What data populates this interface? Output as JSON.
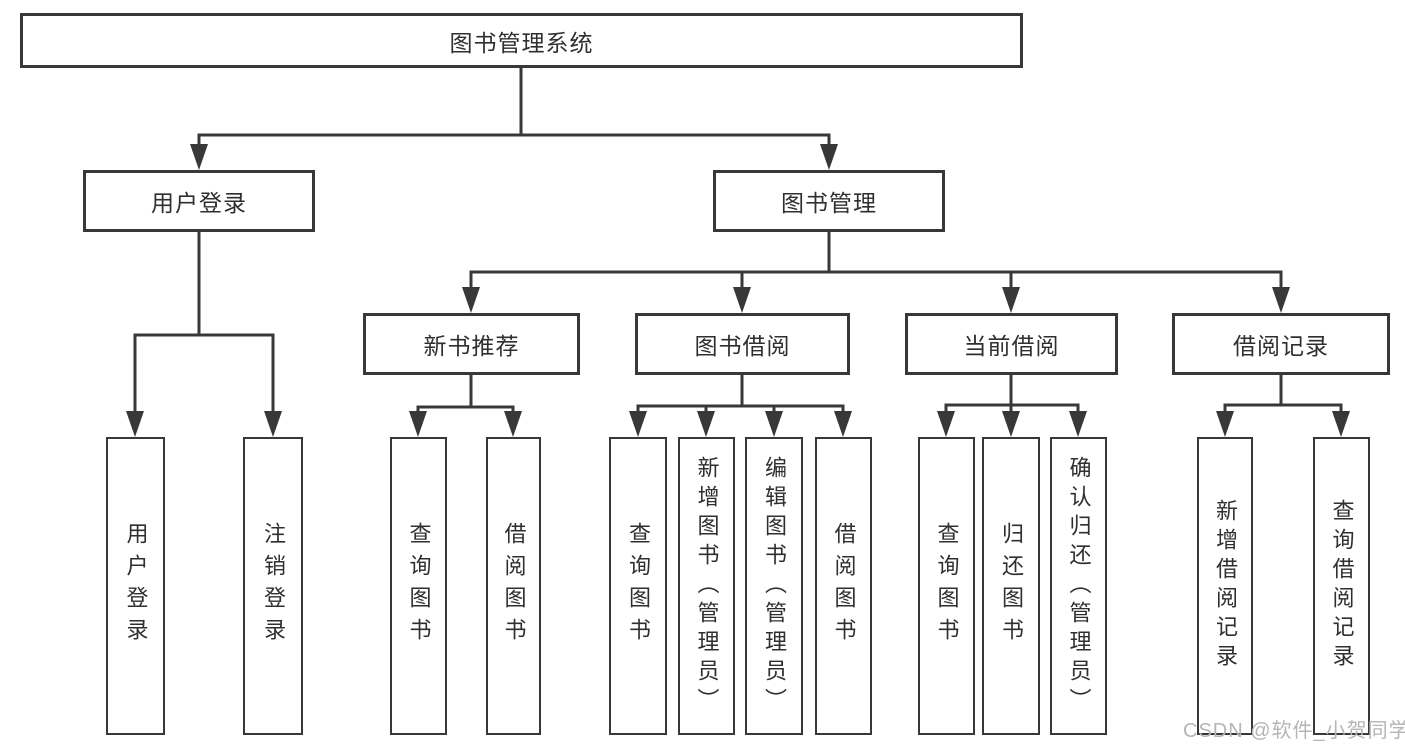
{
  "diagram": {
    "title_node": "图书管理系统",
    "level2": {
      "user_login": "用户登录",
      "book_mgmt": "图书管理"
    },
    "level3": {
      "new_book_rec": "新书推荐",
      "book_borrow": "图书借阅",
      "current_borrow": "当前借阅",
      "borrow_records": "借阅记录"
    },
    "leaves": {
      "ul_user_login": "用户登录",
      "ul_logout": "注销登录",
      "nbr_query_books": "查询图书",
      "nbr_borrow_books": "借阅图书",
      "bb_query_books": "查询图书",
      "bb_add_books_admin": "新增图书（管理员）",
      "bb_edit_books_admin": "编辑图书（管理员）",
      "bb_borrow_books": "借阅图书",
      "cb_query_books": "查询图书",
      "cb_return_books": "归还图书",
      "cb_confirm_return_admin": "确认归还（管理员）",
      "br_add_record": "新增借阅记录",
      "br_query_record": "查询借阅记录"
    }
  },
  "watermark": "CSDN @软件_小贺同学",
  "colors": {
    "line": "#383838",
    "text": "#2f2f2f",
    "watermark": "#b5b5b5",
    "background": "#ffffff"
  }
}
